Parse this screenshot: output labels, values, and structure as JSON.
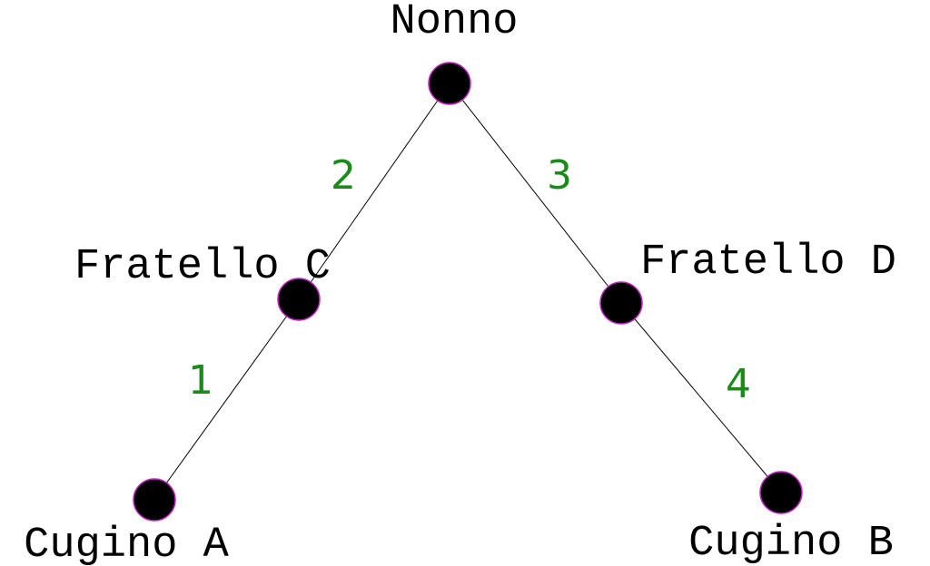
{
  "colors": {
    "node_fill": "#000000",
    "node_stroke": "#c026c0",
    "edge": "#000000",
    "edge_label": "#1a8a1a",
    "background": "#ffffff"
  },
  "nodes": {
    "nonno": {
      "label": "Nonno"
    },
    "fratello_c": {
      "label": "Fratello C"
    },
    "fratello_d": {
      "label": "Fratello D"
    },
    "cugino_a": {
      "label": "Cugino A"
    },
    "cugino_b": {
      "label": "Cugino B"
    }
  },
  "edges": [
    {
      "from": "nonno",
      "to": "fratello_c",
      "label": "2"
    },
    {
      "from": "nonno",
      "to": "fratello_d",
      "label": "3"
    },
    {
      "from": "fratello_c",
      "to": "cugino_a",
      "label": "1"
    },
    {
      "from": "fratello_d",
      "to": "cugino_b",
      "label": "4"
    }
  ]
}
